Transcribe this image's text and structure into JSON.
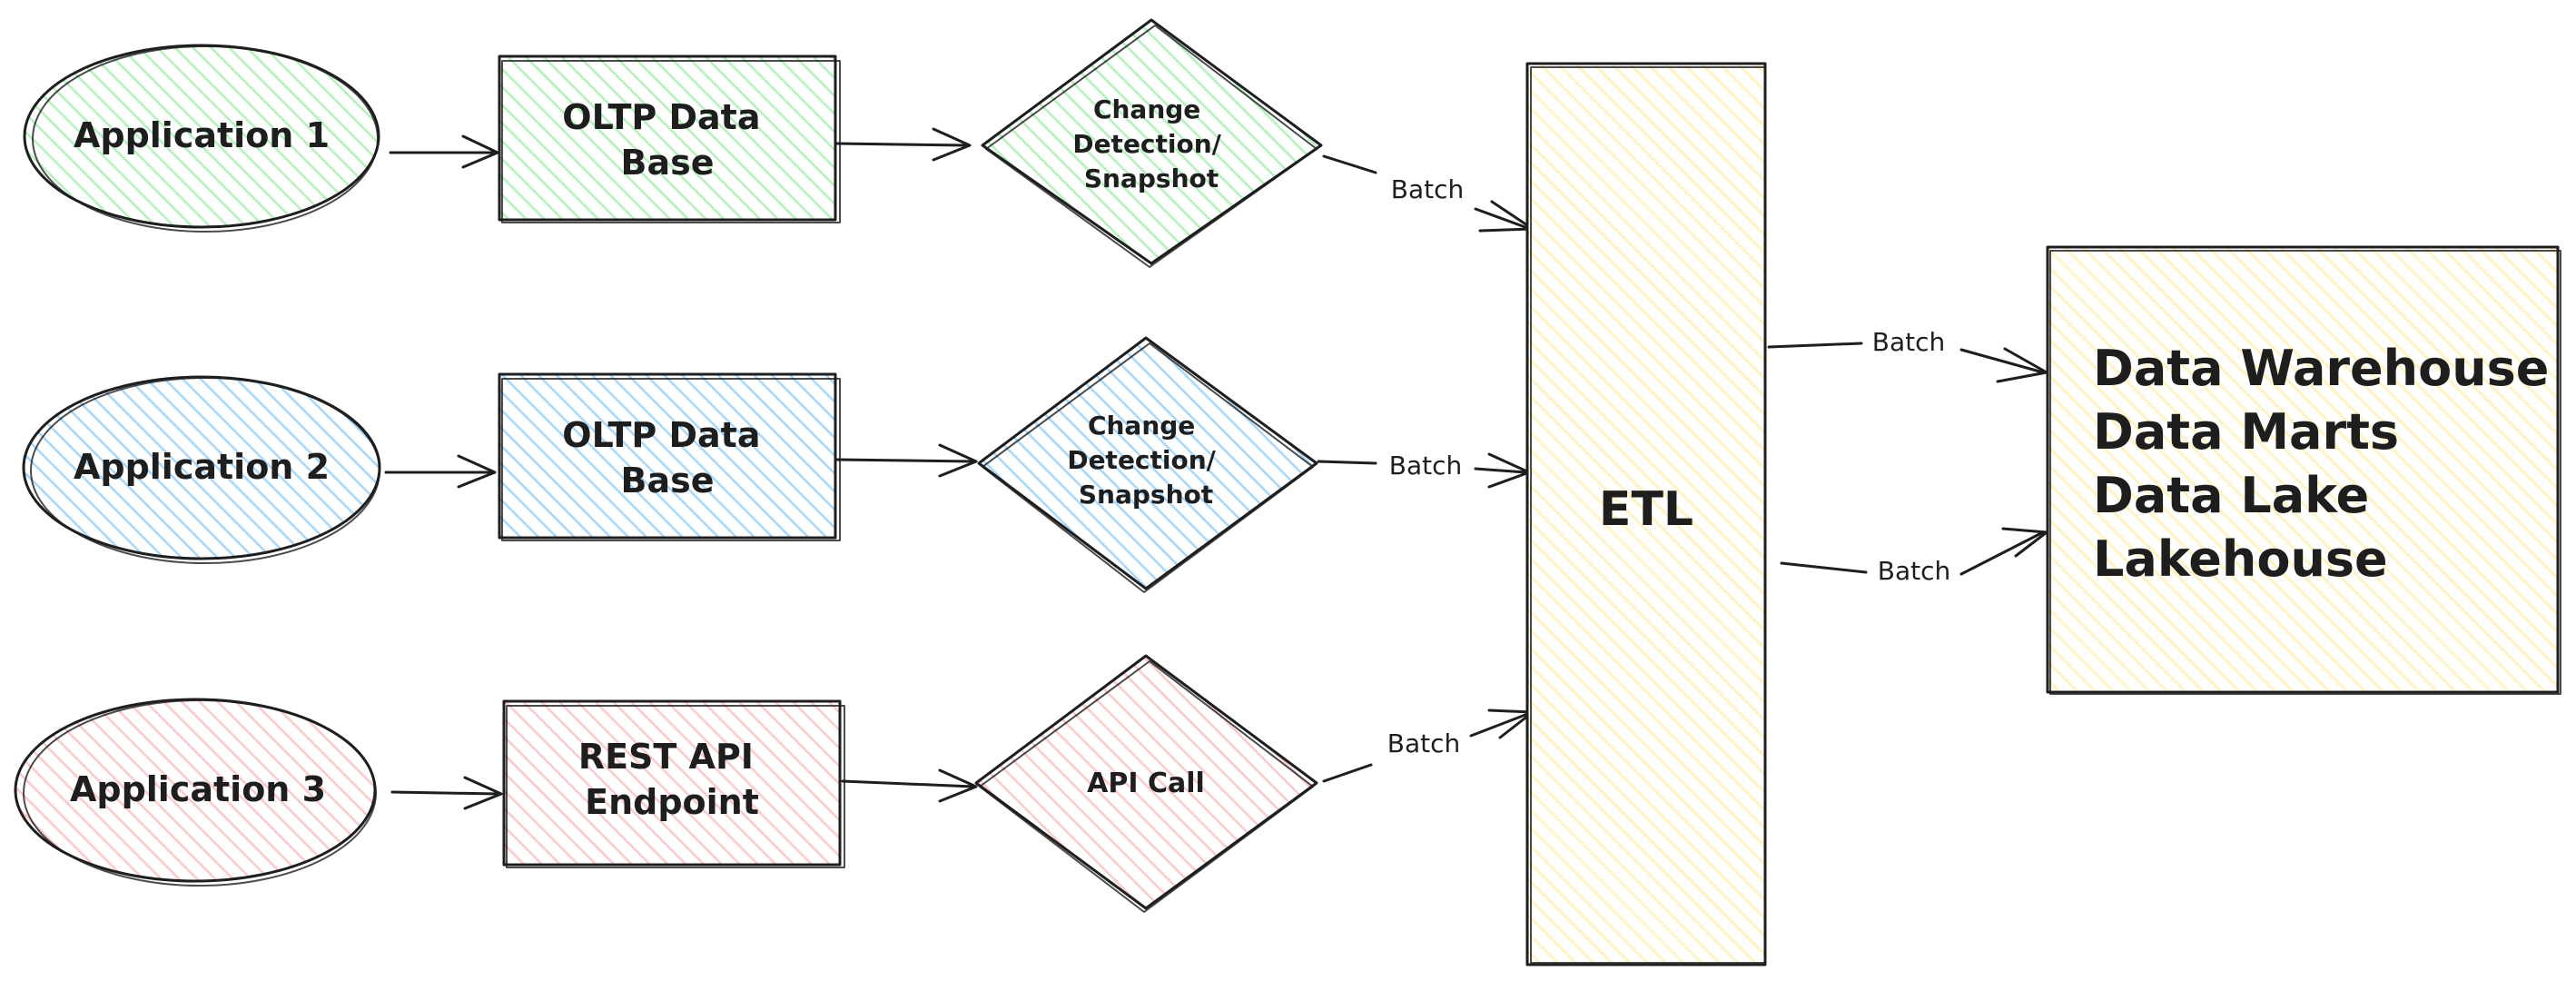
{
  "colors": {
    "green": "#b2f2bb",
    "blue": "#a5d8ff",
    "pink": "#ffc9c9",
    "yellow": "#fff3bf",
    "stroke": "#1e1e1e"
  },
  "rows": [
    {
      "app": "Application 1",
      "store": [
        "OLTP Data",
        "Base"
      ],
      "extract": [
        "Change",
        "Detection/",
        "Snapshot"
      ],
      "edge_label": "Batch"
    },
    {
      "app": "Application 2",
      "store": [
        "OLTP Data",
        "Base"
      ],
      "extract": [
        "Change",
        "Detection/",
        "Snapshot"
      ],
      "edge_label": "Batch"
    },
    {
      "app": "Application 3",
      "store": [
        "REST API",
        "Endpoint"
      ],
      "extract": [
        "API Call"
      ],
      "edge_label": "Batch"
    }
  ],
  "etl": {
    "label": "ETL"
  },
  "targets": {
    "lines": [
      "Data Warehouse",
      "Data Marts",
      "Data Lake",
      "Lakehouse"
    ]
  },
  "etl_to_target_labels": [
    "Batch",
    "Batch"
  ]
}
